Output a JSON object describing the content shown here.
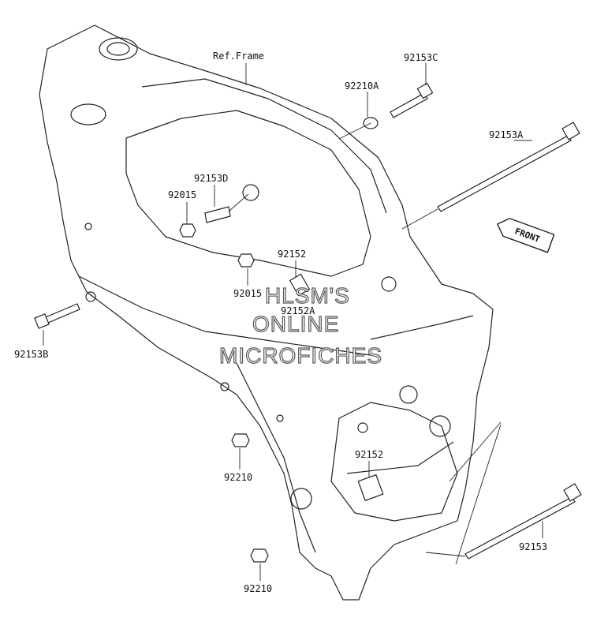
{
  "diagram": {
    "ref_label": "Ref.Frame",
    "front_label": "FRONT",
    "watermark": [
      "HLSM'S",
      "ONLINE",
      "MICROFICHES"
    ],
    "labels": {
      "p92153c": "92153C",
      "p92210a": "92210A",
      "p92153a": "92153A",
      "p92153d": "92153D",
      "p92015": "92015",
      "p92152_top": "92152",
      "p92015_b": "92015",
      "p92152a": "92152A",
      "p92153b": "92153B",
      "p92152_mid": "92152",
      "p92210_left": "92210",
      "p92153": "92153",
      "p92210_bottom": "92210"
    }
  }
}
